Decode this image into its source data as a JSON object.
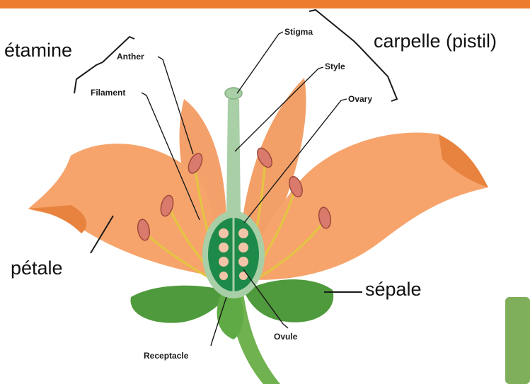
{
  "labels": {
    "etamine": "étamine",
    "carpelle": "carpelle (pistil)",
    "petale": "pétale",
    "sepale": "sépale",
    "anther": "Anther",
    "filament": "Filament",
    "stigma": "Stigma",
    "style": "Style",
    "ovary": "Ovary",
    "ovule": "Ovule",
    "receptacle": "Receptacle"
  },
  "colors": {
    "top_bar": "#EE7D30",
    "petal": "#F6A46C",
    "petal_dark": "#E8833F",
    "stamen_head": "#D97A6C",
    "filament": "#E3C640",
    "pistil": "#A9CFA7",
    "ovary": "#1E8A4A",
    "ovule": "#F2C4A8",
    "leaf": "#4F9A3C"
  }
}
